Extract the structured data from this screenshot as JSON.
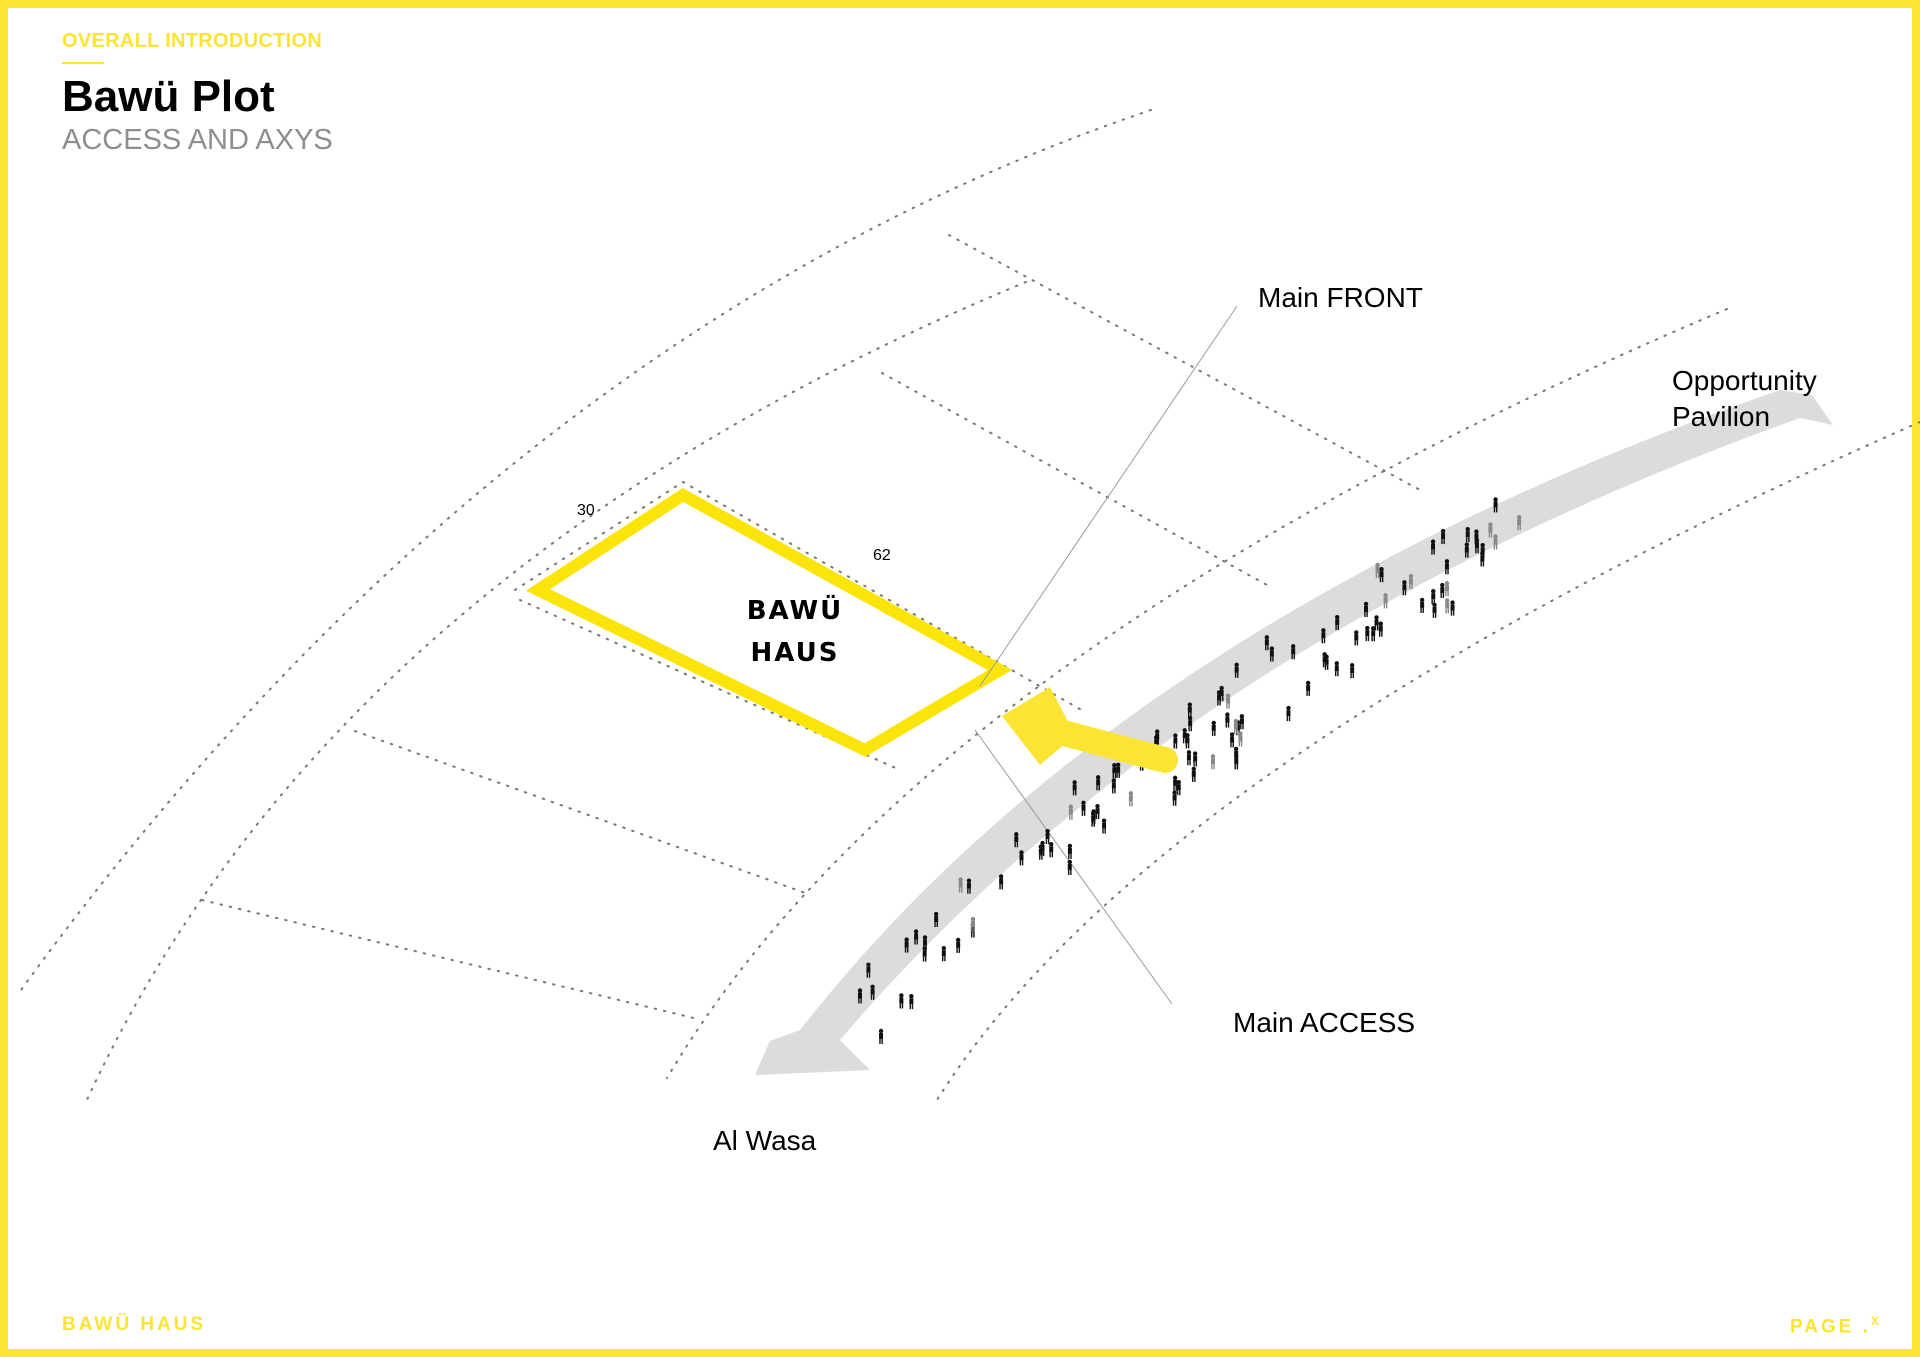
{
  "header": {
    "kicker": "OVERALL INTRODUCTION",
    "title": "Bawü Plot",
    "subtitle": "ACCESS AND AXYS"
  },
  "diagram": {
    "plot_name_line1": "BAWÜ",
    "plot_name_line2": "HAUS",
    "dimension_short": "30",
    "dimension_long": "62",
    "label_main_front": "Main FRONT",
    "label_main_access": "Main ACCESS",
    "label_opportunity_line1": "Opportunity",
    "label_opportunity_line2": "Pavilion",
    "label_al_wasa": "Al Wasa"
  },
  "footer": {
    "brand": "BAWÜ HAUS",
    "page": "PAGE .",
    "page_number": "X"
  },
  "colors": {
    "accent": "#fbe433",
    "band": "#dcdcdc"
  }
}
